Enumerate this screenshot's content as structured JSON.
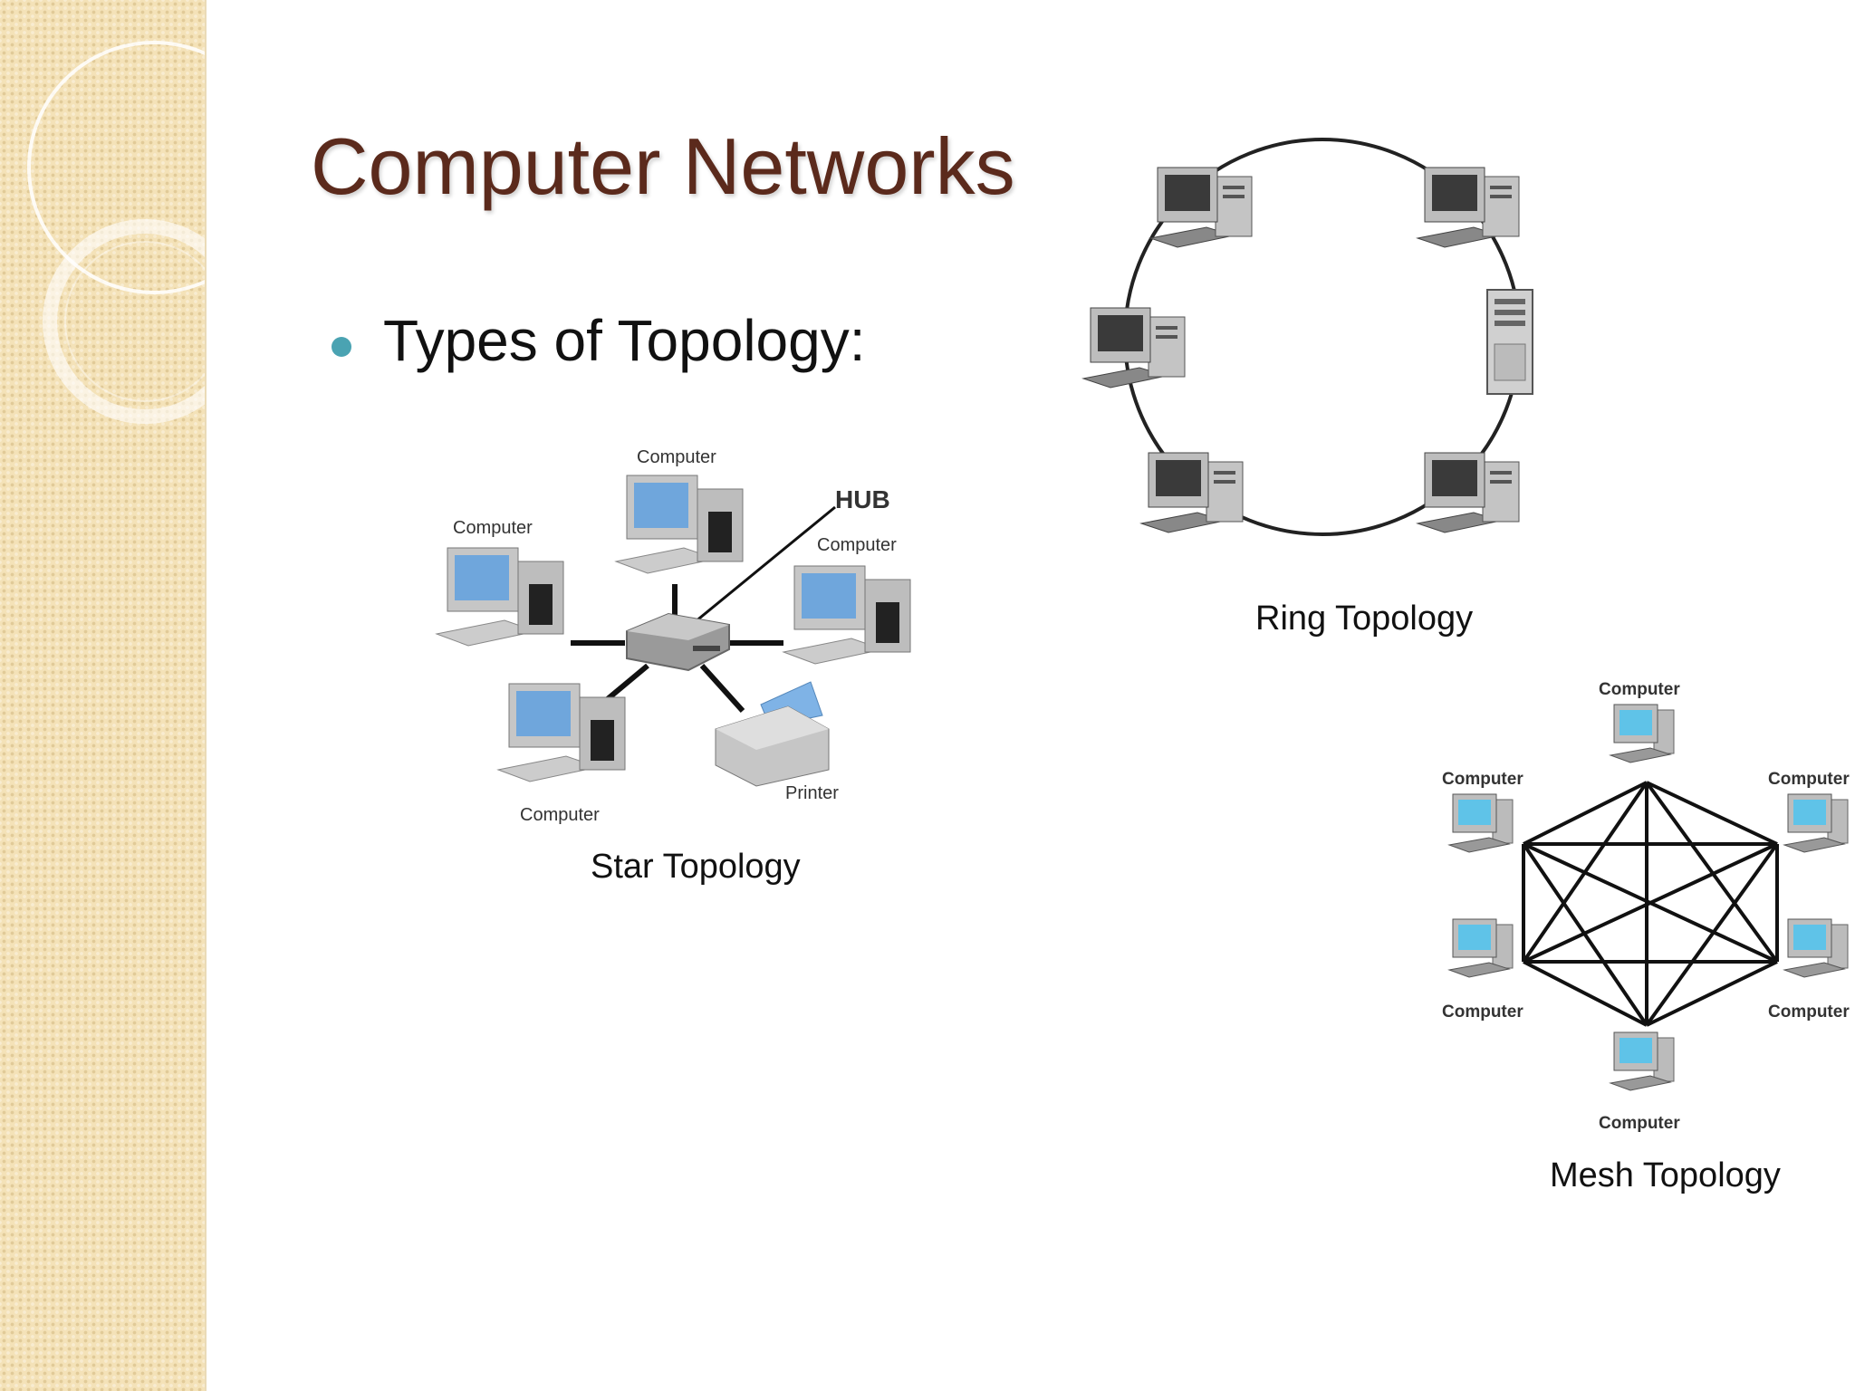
{
  "slide": {
    "title": "Computer Networks",
    "bullet": "Types of Topology:"
  },
  "star": {
    "caption": "Star Topology",
    "labels": {
      "top": "Computer",
      "left": "Computer",
      "right": "Computer",
      "bottom": "Computer",
      "hub": "HUB",
      "printer": "Printer"
    }
  },
  "ring": {
    "caption": "Ring Topology"
  },
  "mesh": {
    "caption": "Mesh Topology",
    "labels": {
      "top": "Computer",
      "upper_left": "Computer",
      "upper_right": "Computer",
      "lower_left": "Computer",
      "lower_right": "Computer",
      "bottom": "Computer"
    }
  },
  "colors": {
    "title": "#5b2a1c",
    "bullet": "#4aa3b2",
    "sidebar": "#f4e2b8",
    "screen": "#6fa6dc"
  }
}
